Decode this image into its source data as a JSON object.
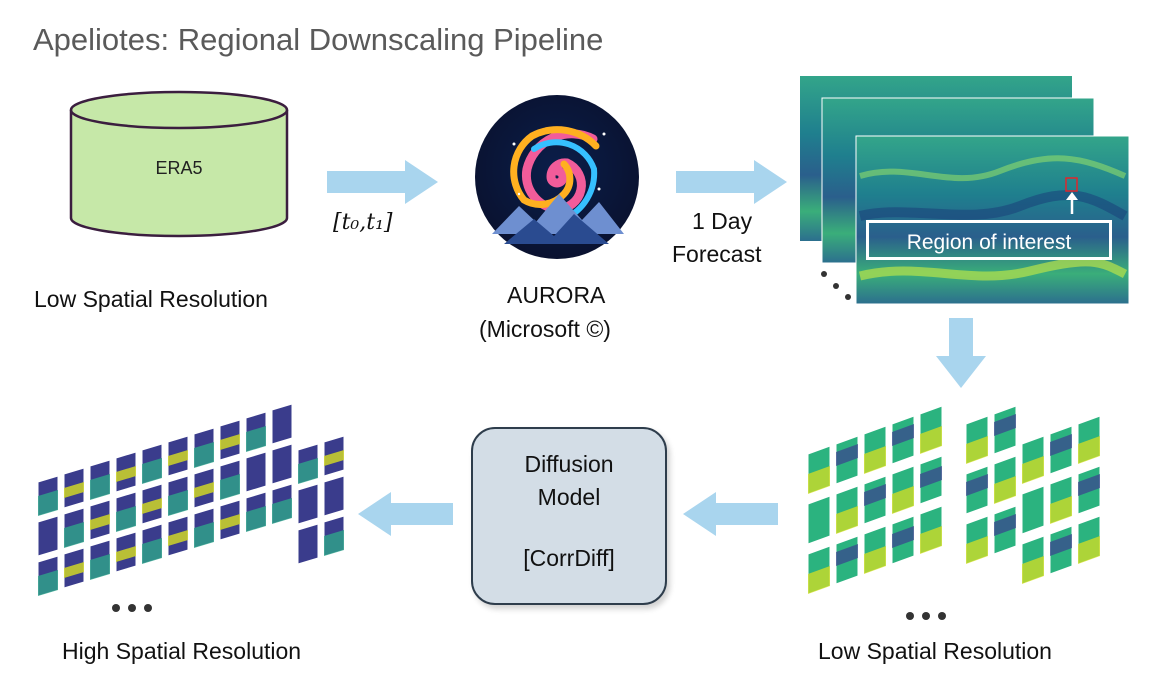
{
  "title": "Apeliotes: Regional Downscaling Pipeline",
  "database": {
    "label": "ERA5",
    "caption": "Low Spatial Resolution"
  },
  "time_window": "[t₀,t₁]",
  "model": {
    "name": "AURORA",
    "vendor": "(Microsoft ©)"
  },
  "forecast": {
    "line1": "1 Day",
    "line2": "Forecast"
  },
  "region_label": "Region of interest",
  "low_res_caption": "Low Spatial Resolution",
  "diffusion": {
    "line1": "Diffusion",
    "line2": "Model",
    "line3": "[CorrDiff]"
  },
  "high_res_caption": "High Spatial Resolution",
  "ellipsis": "• • •",
  "colors": {
    "arrow": "#a9d5ee",
    "database": "#c6e8a8",
    "box": "#d3dde6"
  },
  "icons": [
    "database-cylinder",
    "aurora-spiral-logo",
    "field-map-stack",
    "tile-grid"
  ]
}
